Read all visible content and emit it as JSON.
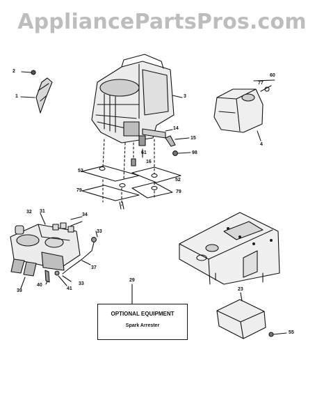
{
  "watermark": "AppliancePartsPros.com",
  "callouts": {
    "c1": "1",
    "c2": "2",
    "c3": "3",
    "c4": "4",
    "c14": "14",
    "c15": "15",
    "c16": "16",
    "c23": "23",
    "c29": "29",
    "c31": "31",
    "c32": "32",
    "c33a": "33",
    "c33b": "33",
    "c34": "34",
    "c37": "37",
    "c39": "39",
    "c40": "40",
    "c41": "41",
    "c52a": "52",
    "c52b": "52",
    "c55": "55",
    "c60": "60",
    "c61": "61",
    "c77": "77",
    "c79a": "79",
    "c79b": "79",
    "c98": "98"
  },
  "optional_box": {
    "title": "OPTIONAL EQUIPMENT",
    "subtitle": "Spark Arrester"
  }
}
